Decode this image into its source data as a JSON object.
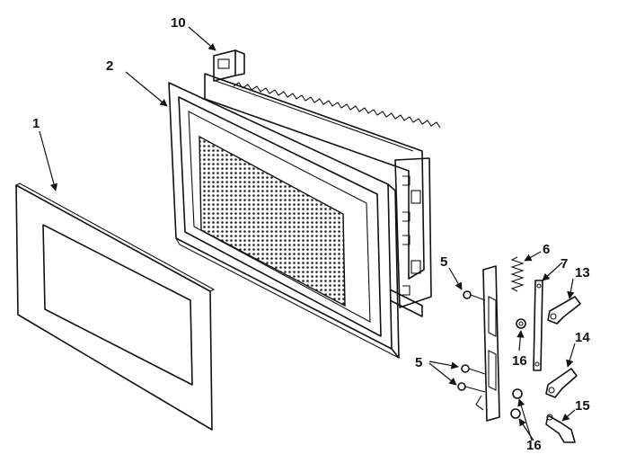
{
  "callouts": {
    "door_panel": "1",
    "door_frame": "2",
    "screws": "5",
    "screws_pair": "5",
    "spring": "6",
    "rod": "7",
    "bracket_top": "10",
    "latch_a": "13",
    "latch_b": "14",
    "latch_c": "15",
    "clip_single": "16",
    "clip_pair": "16"
  },
  "colors": {
    "ink": "#111111",
    "paper": "#ffffff"
  }
}
